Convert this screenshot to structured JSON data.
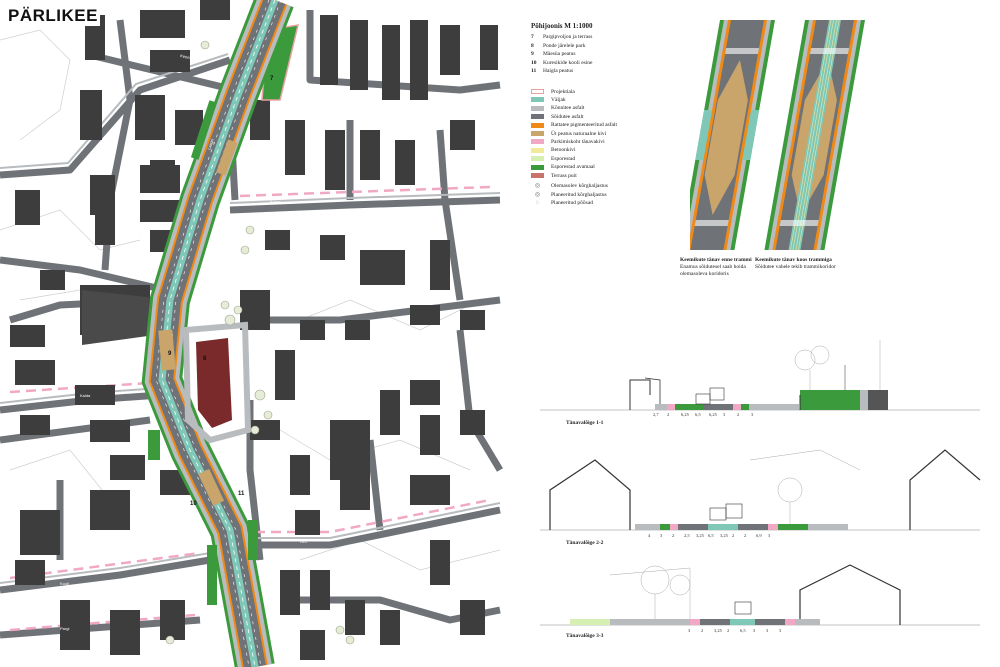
{
  "title": "PÄRLIKEE",
  "legend": {
    "heading": "Põhijoonis M 1:1000",
    "numbered": [
      {
        "num": "7",
        "label": "Pargipvoljon ja terrass"
      },
      {
        "num": "8",
        "label": "Ponde järelele park"
      },
      {
        "num": "9",
        "label": "Mäesüa peatus"
      },
      {
        "num": "10",
        "label": "Kuresikide kooli esine"
      },
      {
        "num": "11",
        "label": "Haigla peatus"
      }
    ],
    "materials": [
      {
        "label": "Projektiala",
        "color": "#ffffff",
        "border": "#e8a0a0"
      },
      {
        "label": "Väljak",
        "color": "#7fc8b8",
        "border": "#7fc8b8"
      },
      {
        "label": "Kõnnitee asfalt",
        "color": "#b9bcbf",
        "border": "#b9bcbf"
      },
      {
        "label": "Sõidutee asfalt",
        "color": "#6f7377",
        "border": "#6f7377"
      },
      {
        "label": "Rattatee pigmenteeritud asfalt",
        "color": "#f08a16",
        "border": "#f08a16"
      },
      {
        "label": "Üt peatus naturaalne kivi",
        "color": "#c9a46b",
        "border": "#c9a46b"
      },
      {
        "label": "Parkimiskoht tänavakivi",
        "color": "#f1a8c4",
        "border": "#f1a8c4"
      },
      {
        "label": "Betoonkivi",
        "color": "#f0ea9a",
        "border": "#f0ea9a"
      },
      {
        "label": "Esporestad",
        "color": "#d6efb2",
        "border": "#d6efb2"
      },
      {
        "label": "Esporestad avamaal",
        "color": "#3b9a3b",
        "border": "#3b9a3b"
      },
      {
        "label": "Terrass puit",
        "color": "#c8736b",
        "border": "#c8736b"
      }
    ],
    "symbols": [
      {
        "glyph": "◎",
        "label": "Olemasolev kõrghaljastus"
      },
      {
        "glyph": "◎",
        "label": "Planeeritud kõrghaljastus"
      },
      {
        "glyph": "◌",
        "label": "Planeeritud põõsad"
      }
    ]
  },
  "details": [
    {
      "title": "Keemikute tänav enne trammi",
      "text": "Enamus sõidutesel saab hoida olemasoleva koridoris"
    },
    {
      "title": "Keemikute tänav koos trammiga",
      "text": "Sõidutee vahele tekib trammikoridor"
    }
  ],
  "sections": [
    {
      "label": "Tänavalõige 1-1",
      "dims": [
        "2,7",
        "2",
        "6,25",
        "6,5",
        "6,25",
        "3",
        "2",
        "3"
      ]
    },
    {
      "label": "Tänavalõige 2-2",
      "dims": [
        "4",
        "3",
        "2",
        "2,5",
        "3,25",
        "6,5",
        "3,25",
        "2",
        "2",
        "6,9",
        "3"
      ]
    },
    {
      "label": "Tänavalõige 3-3",
      "dims": [
        "3",
        "2",
        "3,25",
        "2",
        "6,5",
        "3",
        "3",
        "3"
      ]
    }
  ],
  "street_labels": [
    "Keemikute",
    "Kalmu",
    "Kalda",
    "Oru",
    "Kooli",
    "Pargi",
    "Laagri"
  ],
  "plan_numbers": [
    "7",
    "8",
    "9",
    "10",
    "11"
  ],
  "colors": {
    "building": "#3d3d3d",
    "road": "#6f7377",
    "sidewalk": "#b9bcbf",
    "bike": "#f08a16",
    "green": "#3b9a3b",
    "terrace": "#7a2a2a",
    "pink": "#f1a8c4"
  }
}
